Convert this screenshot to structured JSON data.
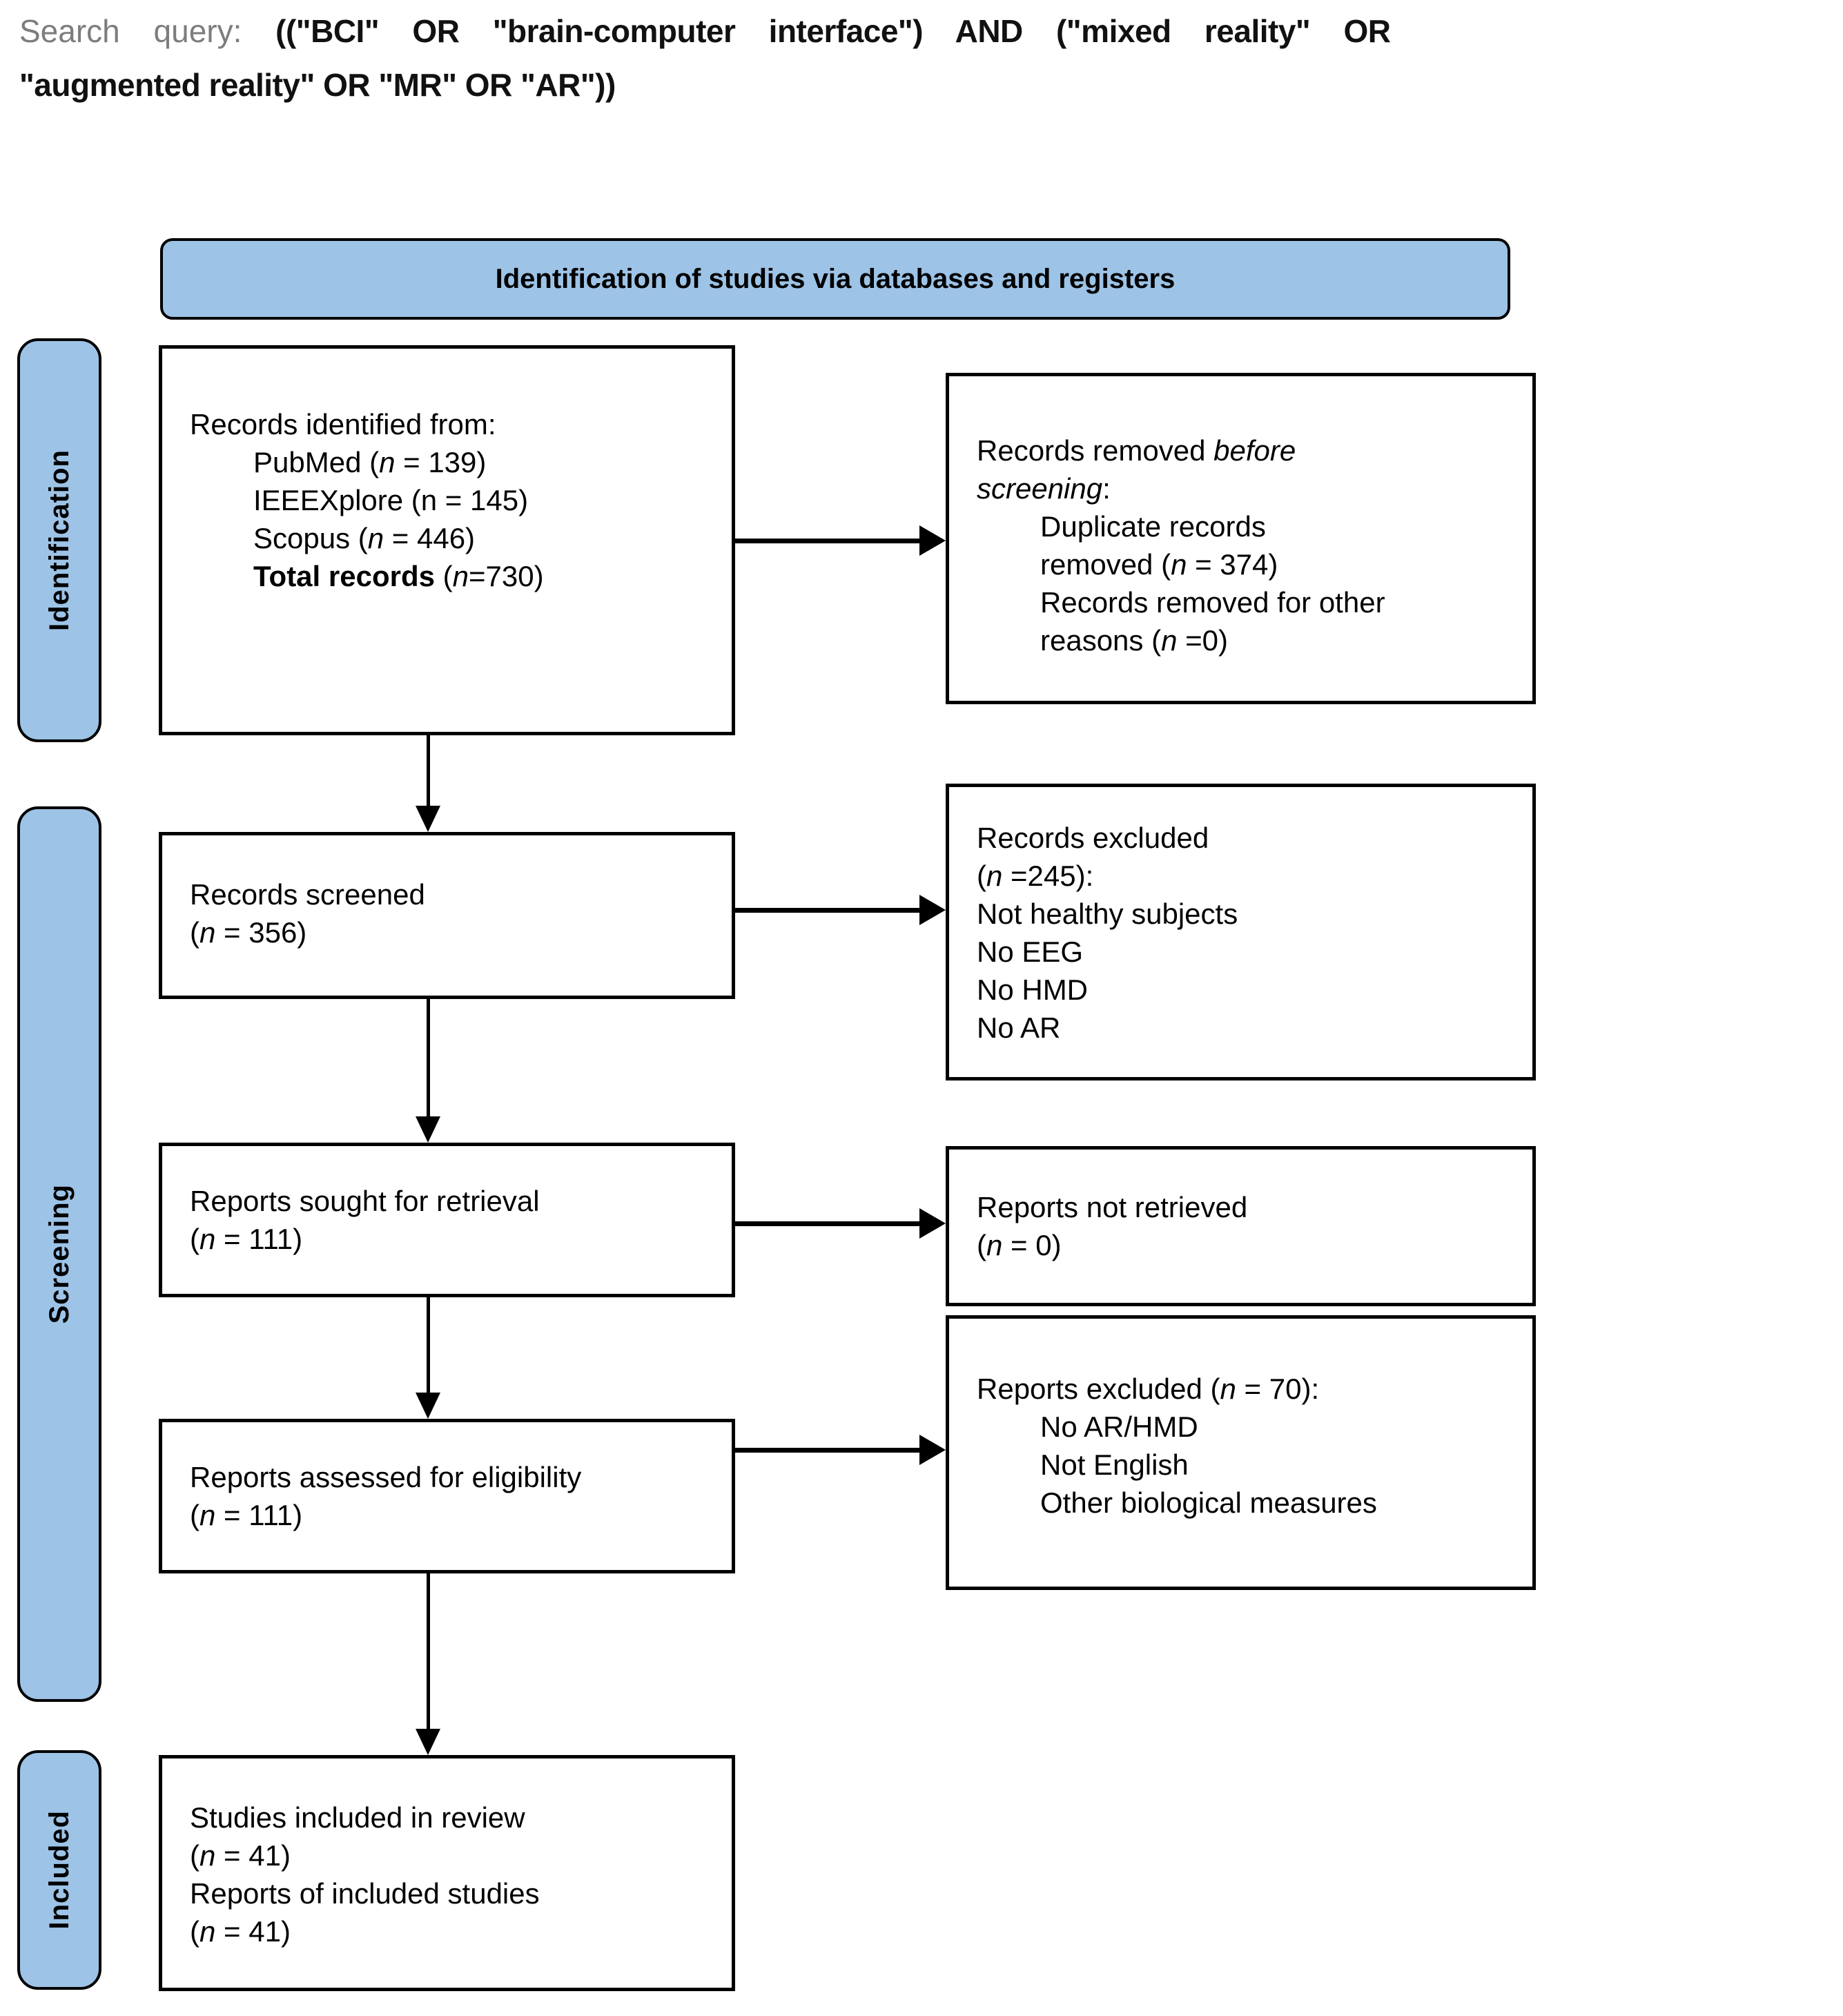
{
  "search_query": {
    "label": "Search query:",
    "query": "((\"BCI\" OR \"brain-computer interface\") AND (\"mixed reality\" OR \"augmented reality\" OR \"MR\" OR \"AR\"))",
    "line1": "((\"BCI\" OR \"brain-computer interface\") AND (\"mixed reality\" OR",
    "line2": "\"augmented reality\" OR \"MR\" OR \"AR\"))"
  },
  "header": {
    "title": "Identification of studies via databases and registers"
  },
  "stages": [
    {
      "label": "Identification"
    },
    {
      "label": "Screening"
    },
    {
      "label": "Included"
    }
  ],
  "colors": {
    "accent_blue": "#9dc3e6",
    "border_black": "#000000",
    "query_label_gray": "#7d7d7d"
  },
  "boxes": {
    "records_identified": {
      "lines": [
        {
          "indent": 0,
          "runs": [
            {
              "t": "Records identified from:"
            }
          ]
        },
        {
          "indent": 1,
          "runs": [
            {
              "t": "PubMed ("
            },
            {
              "t": "n",
              "i": 1
            },
            {
              "t": " = 139)"
            }
          ]
        },
        {
          "indent": 1,
          "runs": [
            {
              "t": "IEEEXplore (n = 145)"
            }
          ]
        },
        {
          "indent": 1,
          "runs": [
            {
              "t": "Scopus ("
            },
            {
              "t": "n",
              "i": 1
            },
            {
              "t": " = 446)"
            }
          ]
        },
        {
          "indent": 1,
          "runs": [
            {
              "t": "Total records ",
              "b": 1
            },
            {
              "t": "("
            },
            {
              "t": "n",
              "i": 1
            },
            {
              "t": "=730)"
            }
          ]
        }
      ]
    },
    "records_removed": {
      "lines": [
        {
          "indent": 0,
          "runs": [
            {
              "t": "Records removed "
            },
            {
              "t": "before",
              "i": 1
            }
          ]
        },
        {
          "indent": 0,
          "runs": [
            {
              "t": "screening",
              "i": 1
            },
            {
              "t": ":"
            }
          ]
        },
        {
          "indent": 1,
          "runs": [
            {
              "t": "Duplicate records"
            }
          ]
        },
        {
          "indent": 1,
          "runs": [
            {
              "t": "removed ("
            },
            {
              "t": "n",
              "i": 1
            },
            {
              "t": " = 374)"
            }
          ]
        },
        {
          "indent": 1,
          "runs": [
            {
              "t": "Records removed for other"
            }
          ]
        },
        {
          "indent": 1,
          "runs": [
            {
              "t": "reasons ("
            },
            {
              "t": "n",
              "i": 1
            },
            {
              "t": " =0)"
            }
          ]
        }
      ]
    },
    "records_screened": {
      "lines": [
        {
          "indent": 0,
          "runs": [
            {
              "t": "Records screened"
            }
          ]
        },
        {
          "indent": 0,
          "runs": [
            {
              "t": "("
            },
            {
              "t": "n",
              "i": 1
            },
            {
              "t": " = 356)"
            }
          ]
        }
      ]
    },
    "records_excluded": {
      "lines": [
        {
          "indent": 0,
          "runs": [
            {
              "t": "Records excluded"
            }
          ]
        },
        {
          "indent": 0,
          "runs": [
            {
              "t": "("
            },
            {
              "t": "n",
              "i": 1
            },
            {
              "t": " =245):"
            }
          ]
        },
        {
          "indent": 0,
          "runs": [
            {
              "t": "Not healthy subjects"
            }
          ]
        },
        {
          "indent": 0,
          "runs": [
            {
              "t": "No EEG"
            }
          ]
        },
        {
          "indent": 0,
          "runs": [
            {
              "t": "No HMD"
            }
          ]
        },
        {
          "indent": 0,
          "runs": [
            {
              "t": "No AR"
            }
          ]
        }
      ]
    },
    "reports_sought": {
      "lines": [
        {
          "indent": 0,
          "runs": [
            {
              "t": "Reports sought for retrieval"
            }
          ]
        },
        {
          "indent": 0,
          "runs": [
            {
              "t": "("
            },
            {
              "t": "n",
              "i": 1
            },
            {
              "t": " = 111)"
            }
          ]
        }
      ]
    },
    "reports_not_retrieved": {
      "lines": [
        {
          "indent": 0,
          "runs": [
            {
              "t": "Reports not retrieved"
            }
          ]
        },
        {
          "indent": 0,
          "runs": [
            {
              "t": "("
            },
            {
              "t": "n",
              "i": 1
            },
            {
              "t": " = 0)"
            }
          ]
        }
      ]
    },
    "reports_assessed": {
      "lines": [
        {
          "indent": 0,
          "runs": [
            {
              "t": "Reports assessed for eligibility"
            }
          ]
        },
        {
          "indent": 0,
          "runs": [
            {
              "t": "("
            },
            {
              "t": "n",
              "i": 1
            },
            {
              "t": " = 111)"
            }
          ]
        }
      ]
    },
    "reports_excluded": {
      "lines": [
        {
          "indent": 0,
          "runs": [
            {
              "t": "Reports excluded ("
            },
            {
              "t": "n",
              "i": 1
            },
            {
              "t": " = 70):"
            }
          ]
        },
        {
          "indent": 1,
          "runs": [
            {
              "t": "No AR/HMD"
            }
          ]
        },
        {
          "indent": 1,
          "runs": [
            {
              "t": "Not English"
            }
          ]
        },
        {
          "indent": 1,
          "runs": [
            {
              "t": "Other biological measures"
            }
          ]
        }
      ]
    },
    "studies_included": {
      "lines": [
        {
          "indent": 0,
          "runs": [
            {
              "t": "Studies included in review"
            }
          ]
        },
        {
          "indent": 0,
          "runs": [
            {
              "t": "("
            },
            {
              "t": "n",
              "i": 1
            },
            {
              "t": " = 41)"
            }
          ]
        },
        {
          "indent": 0,
          "runs": [
            {
              "t": "Reports of included studies"
            }
          ]
        },
        {
          "indent": 0,
          "runs": [
            {
              "t": "("
            },
            {
              "t": "n",
              "i": 1
            },
            {
              "t": " = 41)"
            }
          ]
        }
      ]
    }
  }
}
